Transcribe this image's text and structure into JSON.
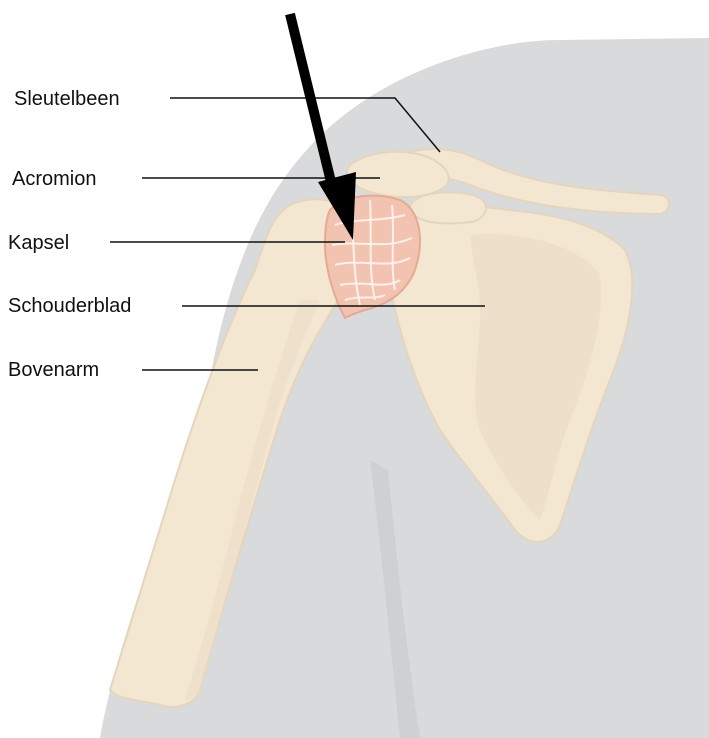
{
  "labels": {
    "sleutelbeen": "Sleutelbeen",
    "acromion": "Acromion",
    "kapsel": "Kapsel",
    "schouderblad": "Schouderblad",
    "bovenarm": "Bovenarm"
  },
  "colors": {
    "background": "#ffffff",
    "body_silhouette": "#d9dadb",
    "bone": "#f3e7d2",
    "bone_shade": "#e4d5bd",
    "capsule": "#f2c3b0",
    "capsule_strands": "#fff6ef",
    "leader_lines": "#111111",
    "arrow": "#000000"
  }
}
